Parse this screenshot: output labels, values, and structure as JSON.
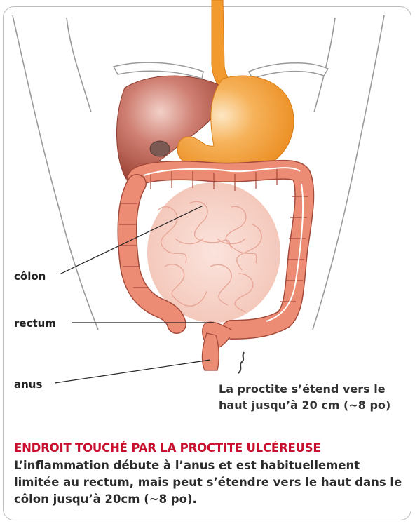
{
  "labels": {
    "colon": "côlon",
    "rectum": "rectum",
    "anus": "anus"
  },
  "extent_note": {
    "line1": "La proctite s’étend vers le",
    "line2": "haut jusqu’à 20 cm (~8 po)"
  },
  "caption": {
    "heading": "ENDROIT TOUCHÉ PAR LA PROCTITE ULCÉREUSE",
    "body": "L’inflammation débute à l’anus et est habituellement limitée au rectum, mais peut s’étendre vers le haut dans le côlon jusqu’à 20cm (~8 po)."
  },
  "colors": {
    "heading": "#c8102e",
    "colon": "#ec8c74",
    "stomach": "#f29a2e",
    "liver": "#b8574a",
    "small_intestine": "#f6cfc4"
  }
}
